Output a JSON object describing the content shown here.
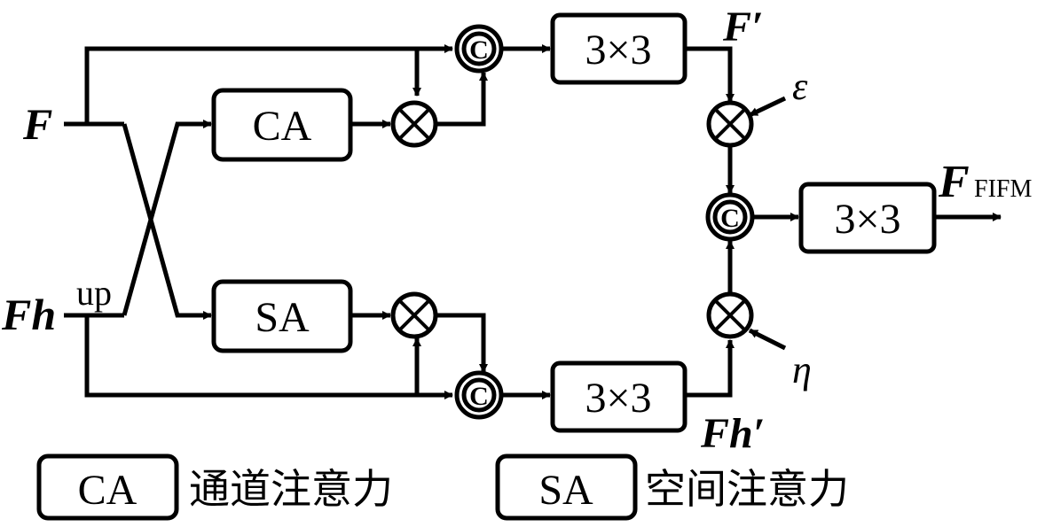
{
  "inputs": {
    "f": "F",
    "fh": "Fh",
    "up": "up"
  },
  "blocks": {
    "ca": "CA",
    "sa": "SA",
    "conv_top": "3×3",
    "conv_bottom": "3×3",
    "conv_out": "3×3"
  },
  "ops": {
    "concat": "C",
    "multiply": "⊗"
  },
  "labels": {
    "f_prime": "F′",
    "fh_prime": "Fh′",
    "epsilon": "ε",
    "eta": "η",
    "out_main": "F",
    "out_sub": "FIFM"
  },
  "legend": {
    "ca_box": "CA",
    "ca_text": "通道注意力",
    "sa_box": "SA",
    "sa_text": "空间注意力"
  },
  "colors": {
    "stroke": "#000000",
    "background": "#ffffff"
  }
}
